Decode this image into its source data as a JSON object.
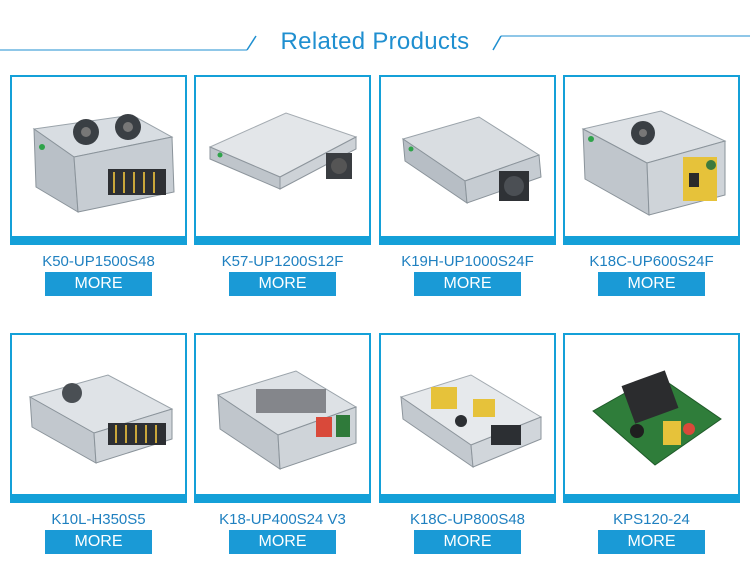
{
  "header": {
    "title": "Related Products",
    "accent": "#1f8fd0"
  },
  "products": [
    {
      "name": "K50-UP1500S48",
      "more_label": "MORE",
      "image": "power-supply-dual-fan"
    },
    {
      "name": "K57-UP1200S12F",
      "more_label": "MORE",
      "image": "power-supply-slim-fan"
    },
    {
      "name": "K19H-UP1000S24F",
      "more_label": "MORE",
      "image": "power-supply-slim-fan"
    },
    {
      "name": "K18C-UP600S24F",
      "more_label": "MORE",
      "image": "power-supply-open-fan"
    },
    {
      "name": "K10L-H350S5",
      "more_label": "MORE",
      "image": "power-supply-enclosed"
    },
    {
      "name": "K18-UP400S24  V3",
      "more_label": "MORE",
      "image": "power-supply-open-frame"
    },
    {
      "name": "K18C-UP800S48",
      "more_label": "MORE",
      "image": "power-supply-open-frame-board"
    },
    {
      "name": "KPS120-24",
      "more_label": "MORE",
      "image": "power-supply-pcb"
    }
  ]
}
